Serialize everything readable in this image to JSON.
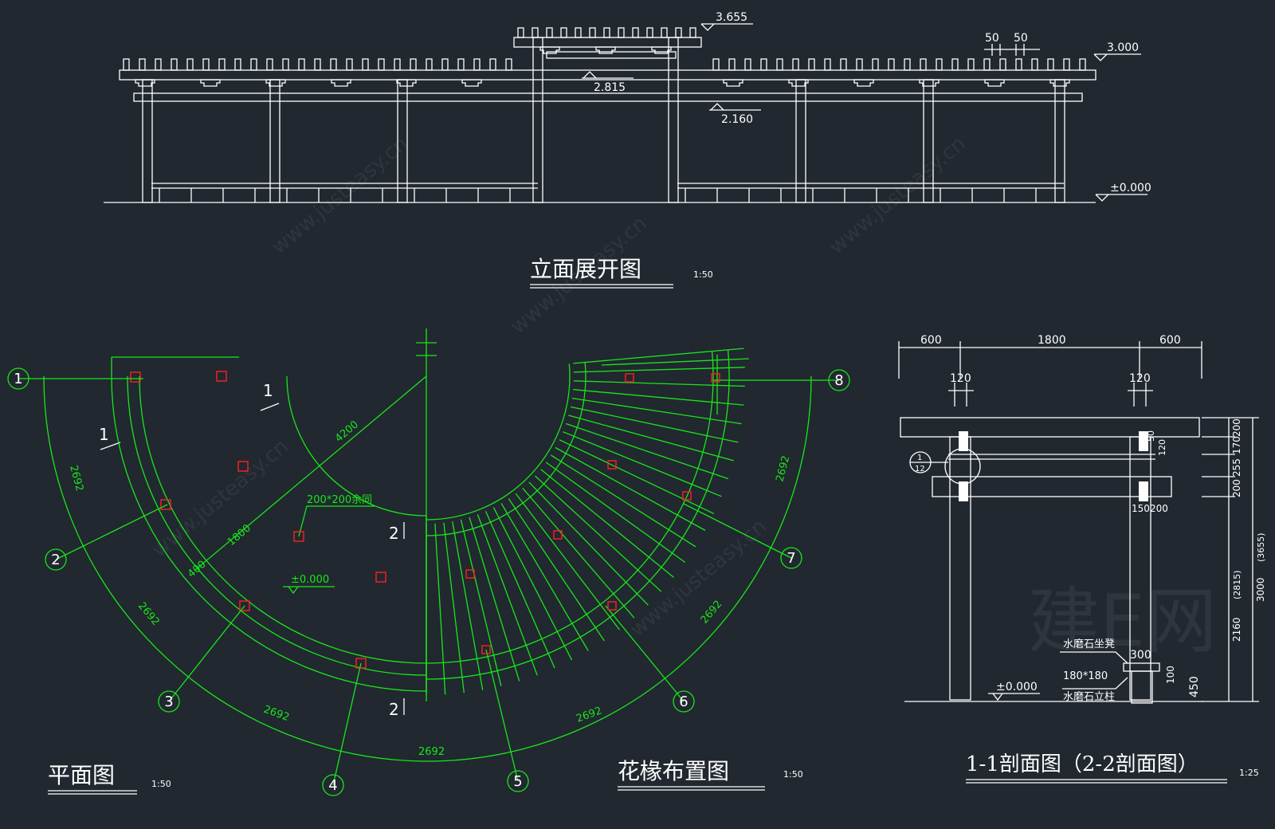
{
  "sheet": {
    "background": "#212830",
    "colors": {
      "line": "#ffffff",
      "plan": "#19e619",
      "column": "#ff2020"
    }
  },
  "elevation": {
    "title": "立面展开图",
    "scale": "1:50",
    "levels": {
      "top": "3.655",
      "side": "3.000",
      "beam": "2.815",
      "lintel": "2.160",
      "ground": "±0.000"
    },
    "rafter_dims": [
      "50",
      "50"
    ]
  },
  "plan": {
    "title": "平面图",
    "scale": "1:50",
    "arc_dim": "2692",
    "radius_dim": "4200",
    "width_dim": "1800",
    "offset_dim": "400",
    "column_note": "200*200余同",
    "level": "±0.000",
    "section_marks": {
      "one": "1",
      "two": "2"
    },
    "axes": [
      "1",
      "2",
      "3",
      "4",
      "5",
      "6",
      "7",
      "8"
    ]
  },
  "rafter_plan": {
    "title": "花椽布置图",
    "scale": "1:50"
  },
  "section": {
    "title": "1-1剖面图（2-2剖面图）",
    "scale": "1:25",
    "top_dims": [
      "600",
      "1800",
      "600"
    ],
    "post_dims": [
      "120",
      "120"
    ],
    "right_dims": [
      "200",
      "170",
      "255",
      "200",
      "2160",
      "(2815)",
      "3000",
      "(3655)"
    ],
    "detail_dims": [
      "150",
      "200",
      "300",
      "100",
      "450"
    ],
    "small_dims": [
      "50",
      "120"
    ],
    "detail_ref": {
      "num": "1",
      "den": "12"
    },
    "notes": {
      "seat": "水磨石坐凳",
      "size": "180*180",
      "post": "水磨石立柱"
    },
    "level": "±0.000"
  },
  "watermark": {
    "brand": "建E网",
    "url": "www.justeasy.cn"
  }
}
